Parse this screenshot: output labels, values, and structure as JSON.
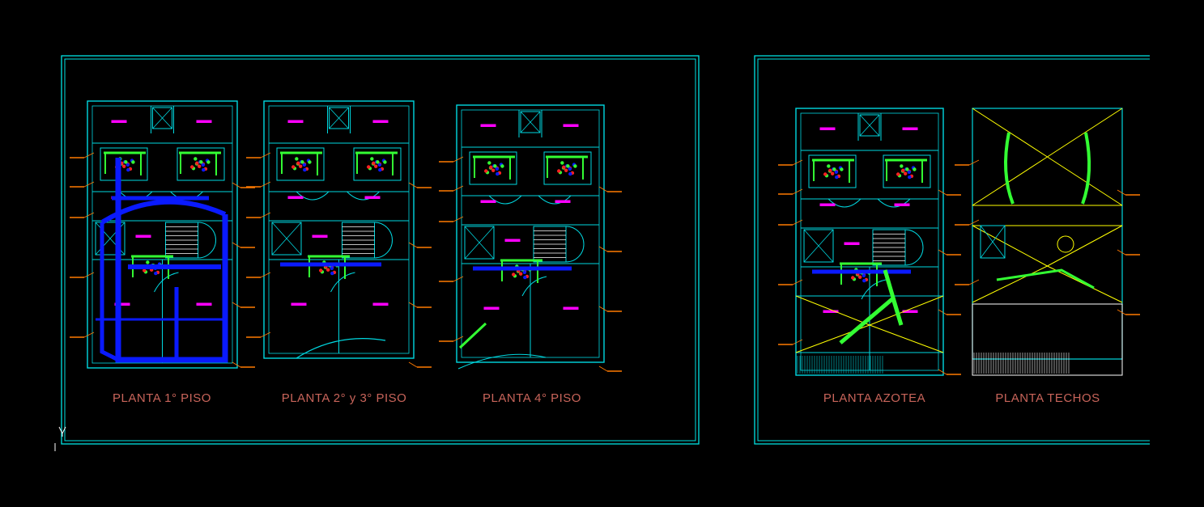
{
  "drawing": {
    "background": "#000000",
    "colors": {
      "frame": "#00e5e5",
      "wall": "#00d8e0",
      "room_tag": "#ff00ff",
      "annotation": "#ff7a00",
      "piping_green": "#33ff33",
      "piping_blue": "#0a1aff",
      "fixture_red": "#ff2020",
      "yellow": "#ffff00",
      "white": "#ffffff",
      "label": "#c8645a"
    },
    "sheets": [
      {
        "id": "sheet-left",
        "plans": [
          {
            "id": "planta-1-piso",
            "label": "PLANTA 1° PISO",
            "variant": "ground"
          },
          {
            "id": "planta-2-3-piso",
            "label": "PLANTA 2° y  3° PISO",
            "variant": "typical"
          },
          {
            "id": "planta-4-piso",
            "label": "PLANTA 4° PISO",
            "variant": "fourth"
          }
        ]
      },
      {
        "id": "sheet-right",
        "plans": [
          {
            "id": "planta-azotea",
            "label": "PLANTA AZOTEA",
            "variant": "azotea"
          },
          {
            "id": "planta-techos",
            "label": "PLANTA TECHOS",
            "variant": "roof"
          }
        ]
      }
    ]
  }
}
